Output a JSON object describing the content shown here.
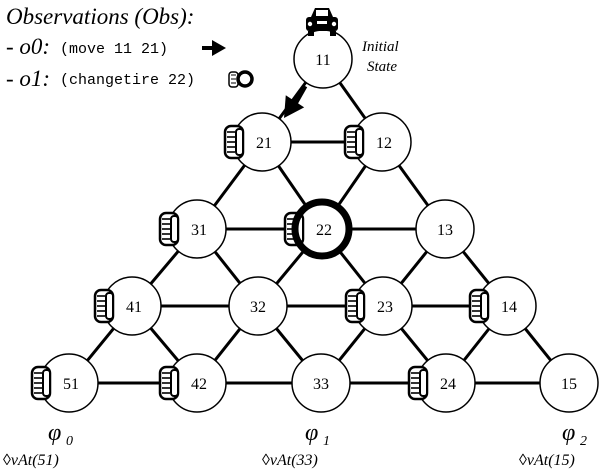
{
  "legend": {
    "title": "Observations (Obs):",
    "obs": [
      {
        "key": "- o0:",
        "action": "(move 11 21)",
        "symbol": "arrow-icon"
      },
      {
        "key": "- o1:",
        "action": "(changetire 22)",
        "symbol": "ring-icon"
      }
    ]
  },
  "initial_state": {
    "line1": "Initial",
    "line2": "State"
  },
  "nodes": [
    {
      "id": "11",
      "label": "11",
      "tire": false
    },
    {
      "id": "21",
      "label": "21",
      "tire": true
    },
    {
      "id": "12",
      "label": "12",
      "tire": true
    },
    {
      "id": "31",
      "label": "31",
      "tire": true
    },
    {
      "id": "22",
      "label": "22",
      "tire": true
    },
    {
      "id": "13",
      "label": "13",
      "tire": false
    },
    {
      "id": "41",
      "label": "41",
      "tire": true
    },
    {
      "id": "32",
      "label": "32",
      "tire": false
    },
    {
      "id": "23",
      "label": "23",
      "tire": true
    },
    {
      "id": "14",
      "label": "14",
      "tire": true
    },
    {
      "id": "51",
      "label": "51",
      "tire": true
    },
    {
      "id": "42",
      "label": "42",
      "tire": true
    },
    {
      "id": "33",
      "label": "33",
      "tire": false
    },
    {
      "id": "24",
      "label": "24",
      "tire": true
    },
    {
      "id": "15",
      "label": "15",
      "tire": false
    }
  ],
  "edges": [
    [
      "11",
      "12"
    ],
    [
      "11",
      "21"
    ],
    [
      "21",
      "12"
    ],
    [
      "21",
      "31"
    ],
    [
      "21",
      "22"
    ],
    [
      "12",
      "22"
    ],
    [
      "12",
      "13"
    ],
    [
      "31",
      "22"
    ],
    [
      "31",
      "41"
    ],
    [
      "31",
      "32"
    ],
    [
      "22",
      "13"
    ],
    [
      "22",
      "32"
    ],
    [
      "22",
      "23"
    ],
    [
      "13",
      "23"
    ],
    [
      "13",
      "14"
    ],
    [
      "41",
      "32"
    ],
    [
      "41",
      "51"
    ],
    [
      "41",
      "42"
    ],
    [
      "32",
      "23"
    ],
    [
      "32",
      "42"
    ],
    [
      "32",
      "33"
    ],
    [
      "23",
      "14"
    ],
    [
      "23",
      "33"
    ],
    [
      "23",
      "24"
    ],
    [
      "14",
      "24"
    ],
    [
      "14",
      "15"
    ],
    [
      "51",
      "42"
    ],
    [
      "42",
      "33"
    ],
    [
      "33",
      "24"
    ],
    [
      "24",
      "15"
    ]
  ],
  "observations": {
    "o0_move": {
      "from": "11",
      "to": "21"
    },
    "o1_changetire": {
      "node": "22"
    }
  },
  "goals": [
    {
      "phi": "φ",
      "sub": "0",
      "text": "◊vAt(51)"
    },
    {
      "phi": "φ",
      "sub": "1",
      "text": "◊vAt(33)"
    },
    {
      "phi": "φ",
      "sub": "2",
      "text": "◊vAt(15)"
    }
  ]
}
